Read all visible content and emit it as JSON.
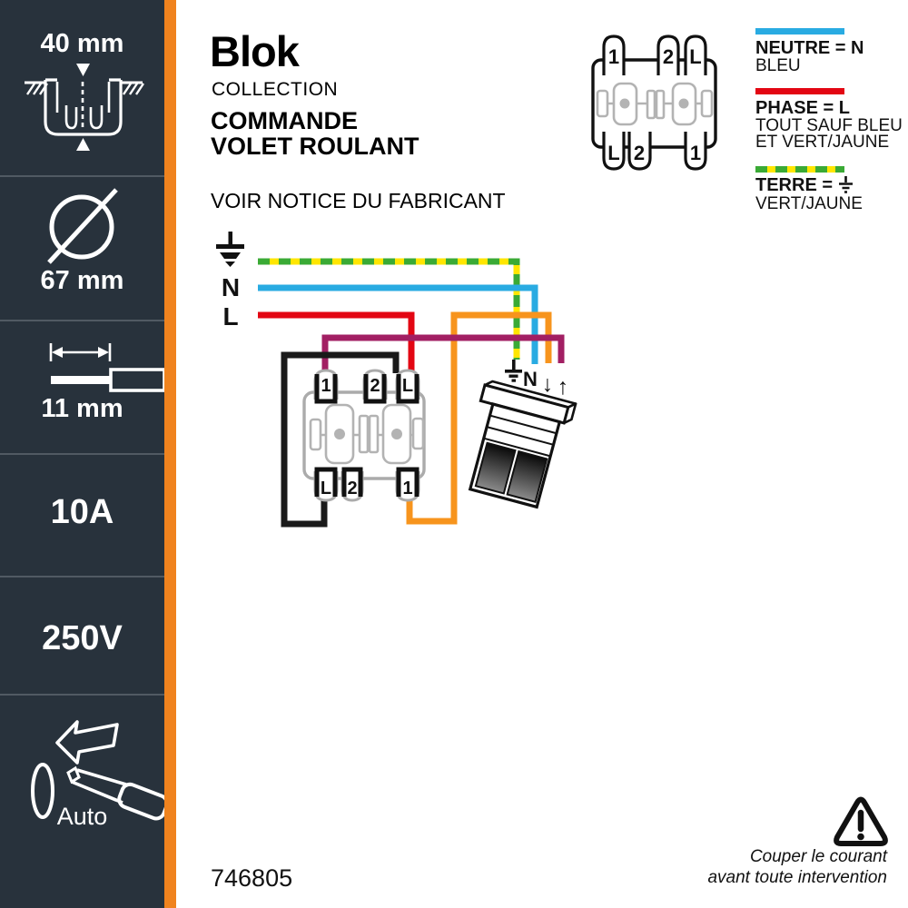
{
  "sidebar": {
    "bg": "#28323C",
    "accent": "#F0831E",
    "items": [
      {
        "label": "40 mm",
        "icon": "flush-box-depth-icon"
      },
      {
        "label": "67 mm",
        "icon": "diameter-icon"
      },
      {
        "label": "11 mm",
        "icon": "wire-strip-icon"
      },
      {
        "label": "10A"
      },
      {
        "label": "250V"
      },
      {
        "label": "Auto",
        "icon": "screwdriver-auto-icon"
      }
    ]
  },
  "header": {
    "brand": "Blok",
    "collection": "COLLECTION",
    "title1": "COMMANDE",
    "title2": "VOLET ROULANT",
    "notice": "VOIR NOTICE DU FABRICANT"
  },
  "legend": {
    "neutre": {
      "title": "NEUTRE = N",
      "desc": "BLEU",
      "color": "#29ABE2"
    },
    "phase": {
      "title": "PHASE = L",
      "desc1": "TOUT SAUF BLEU",
      "desc2": "ET VERT/JAUNE",
      "color": "#E30613"
    },
    "terre": {
      "title": "TERRE =",
      "desc": "VERT/JAUNE",
      "green": "#3AAA35",
      "yellow": "#FFE600"
    }
  },
  "diagram": {
    "supply": {
      "neutral": "N",
      "live": "L"
    },
    "connector": {
      "top_tabs": [
        "1",
        "2",
        "L"
      ],
      "bottom_tabs": [
        "L",
        "2",
        "1"
      ]
    },
    "motor": {
      "neutral": "N",
      "down": "↓",
      "up": "↑"
    },
    "wire_colors": {
      "terre_green": "#3AAA35",
      "terre_yellow": "#FFE600",
      "neutre": "#29ABE2",
      "phase": "#E30613",
      "noir": "#1A1A1A",
      "orange": "#F7941D",
      "violet": "#A21F63"
    }
  },
  "footer": {
    "reference": "746805",
    "warning1": "Couper le courant",
    "warning2": "avant toute intervention"
  }
}
